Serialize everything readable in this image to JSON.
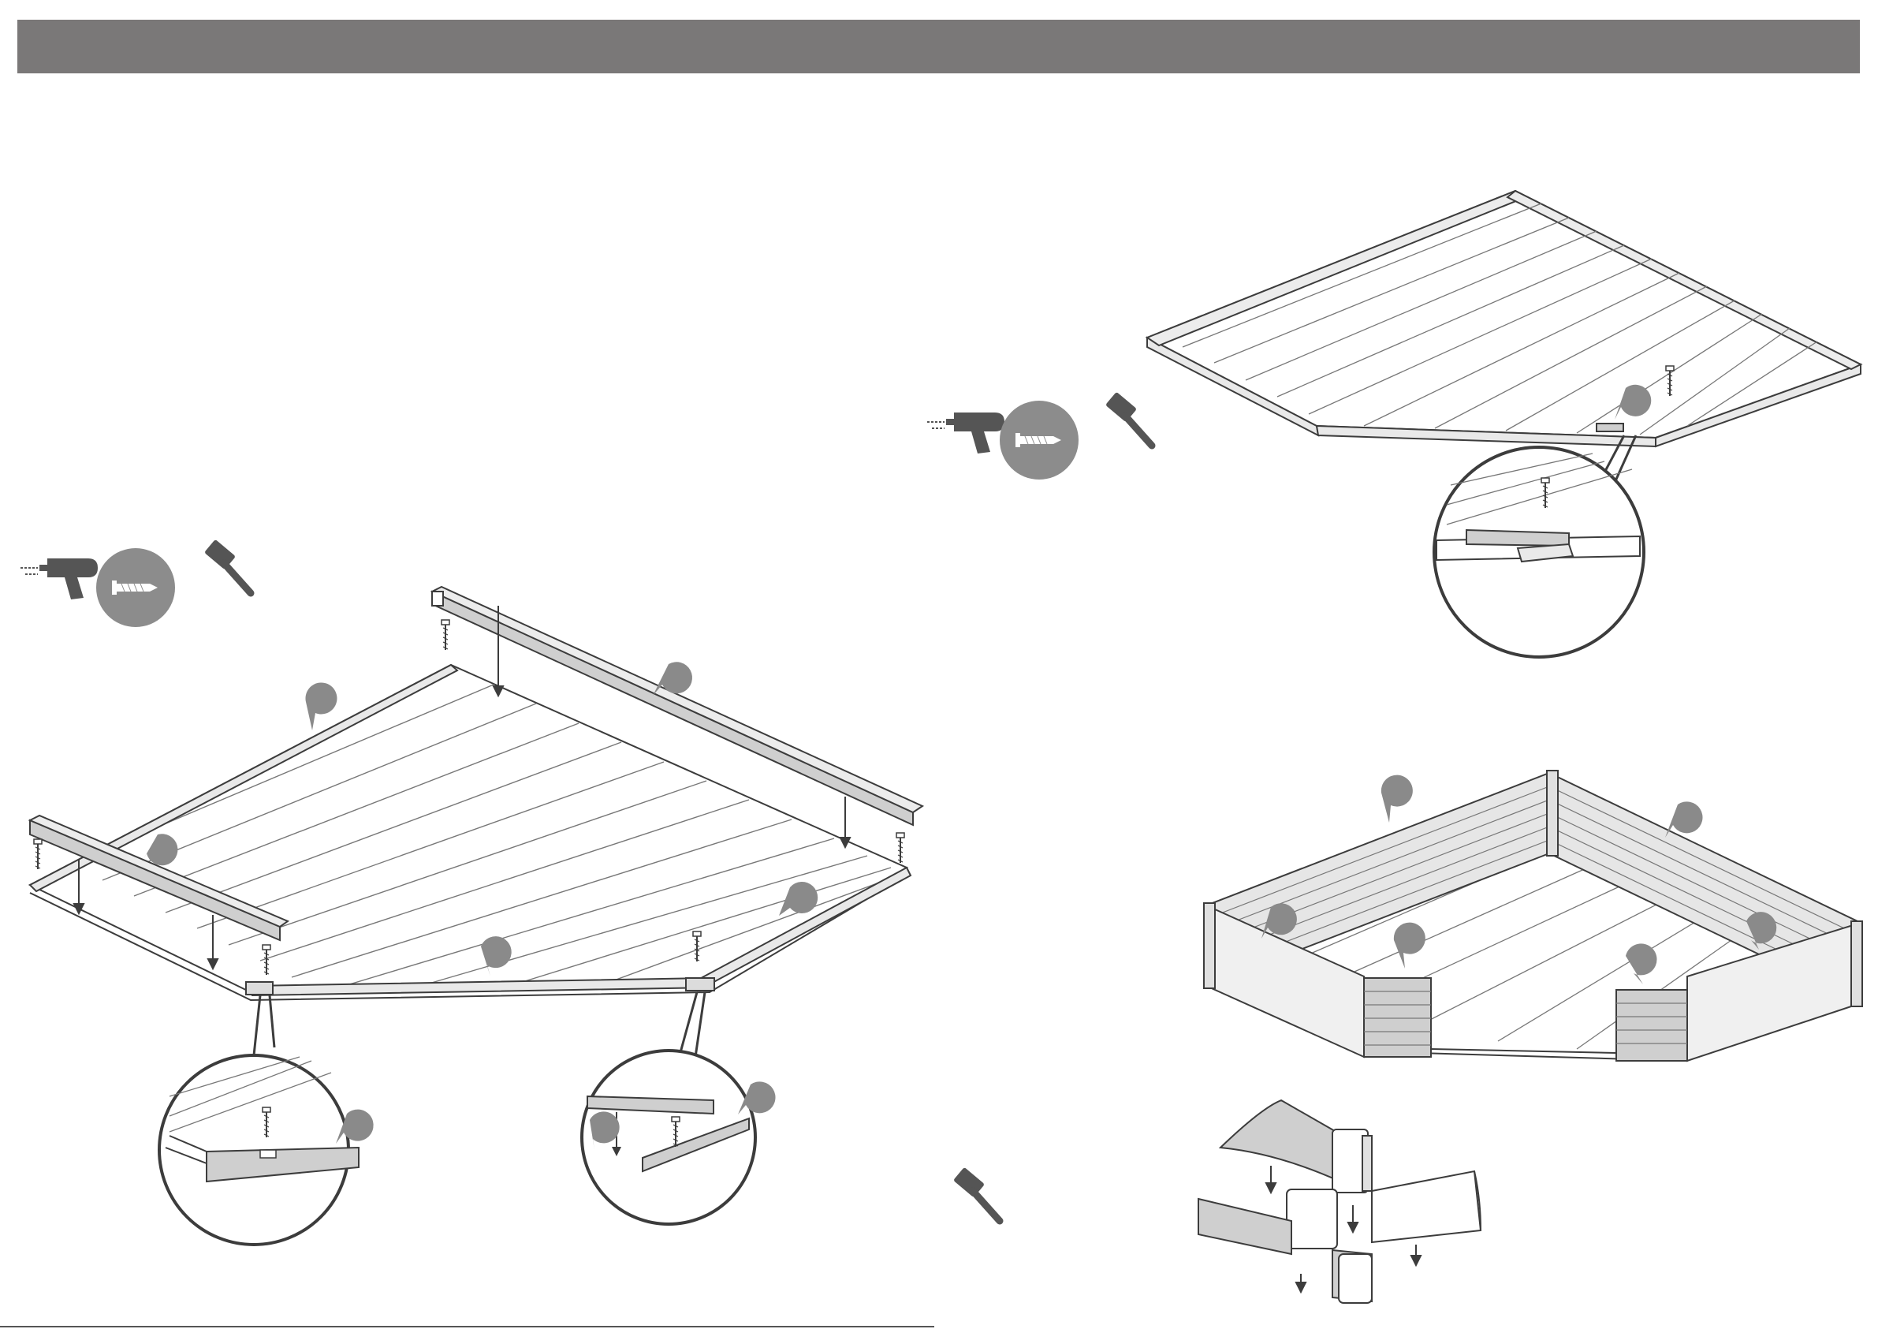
{
  "header": {
    "title": ""
  },
  "colors": {
    "header_bar": "#7a7878",
    "line": "#3c3c3c",
    "part_fill": "#c9c9c9",
    "callout": "#8a8a8a",
    "tool": "#555555"
  },
  "steps": [
    {
      "name": "step-floor-beams",
      "tools": [
        "drill-icon",
        "screw-icon",
        "mallet-icon"
      ]
    },
    {
      "name": "step-floor-fixing",
      "tools": [
        "drill-icon",
        "screw-icon",
        "mallet-icon"
      ]
    },
    {
      "name": "step-wall-planks",
      "tools": [
        "mallet-icon"
      ]
    }
  ],
  "footer": {
    "text": ""
  }
}
